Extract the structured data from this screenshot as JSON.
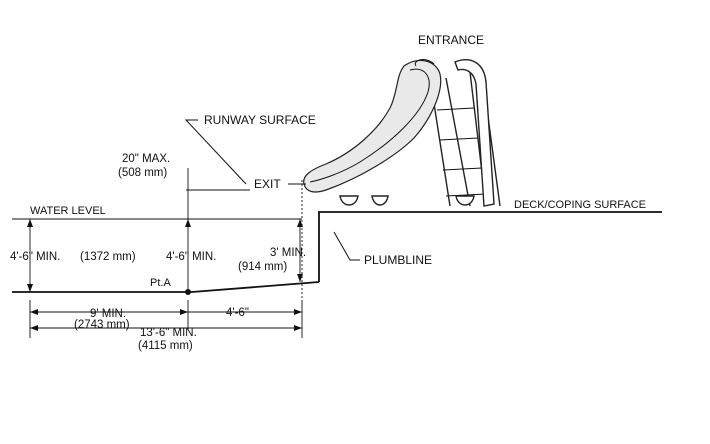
{
  "labels": {
    "entrance": "ENTRANCE",
    "runway_surface": "RUNWAY SURFACE",
    "max_height": "20\" MAX.",
    "max_height_mm": "(508 mm)",
    "exit": "EXIT",
    "water_level": "WATER LEVEL",
    "deck_coping": "DECK/COPING SURFACE",
    "depth_left": "4'-6\" MIN.",
    "depth_left_mm": "(1372 mm)",
    "depth_mid": "4'-6\" MIN.",
    "depth_plumb": "3' MIN.",
    "depth_plumb_mm": "(914 mm)",
    "plumbline": "PLUMBLINE",
    "point_a": "Pt.A",
    "dist_9": "9' MIN.",
    "dist_9_mm": "(2743 mm)",
    "dist_13": "13'-6\" MIN.",
    "dist_13_mm": "(4115 mm)",
    "dist_slope": "4'-6\""
  }
}
